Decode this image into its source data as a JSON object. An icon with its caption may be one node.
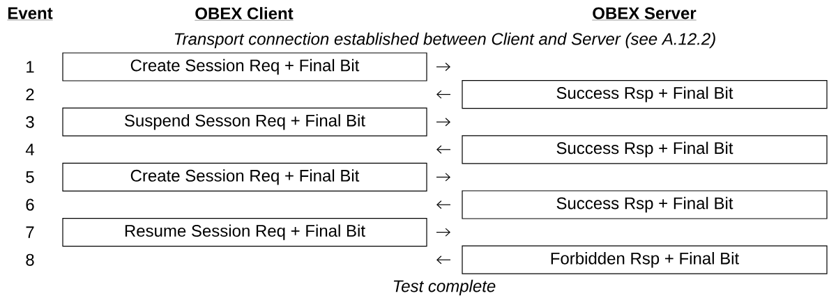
{
  "diagram": {
    "nodes": [
      {
        "text": [
          "Create Session Req + Final Bit"
        ]
      },
      {
        "text": [
          "Success Rsp + Final Bit"
        ]
      },
      {
        "text": [
          "Suspend Sesson Req + Final Bit"
        ]
      },
      {
        "text": [
          "Success Rsp + Final Bit"
        ]
      },
      {
        "text": [
          "Create Session Req + Final Bit"
        ]
      },
      {
        "text": [
          "Success Rsp + Final Bit"
        ]
      },
      {
        "text": [
          "Resume Session Req + Final Bit"
        ]
      },
      {
        "text": [
          "Forbidden Rsp + Final Bit"
        ]
      }
    ],
    "labels": [
      "Event",
      "OBEX Client",
      "OBEX Server",
      "Transport connection established between Client and Server (see A.12.2)",
      "1",
      "2",
      "3",
      "4",
      "5",
      "6",
      "7",
      "8",
      "Test complete"
    ]
  }
}
